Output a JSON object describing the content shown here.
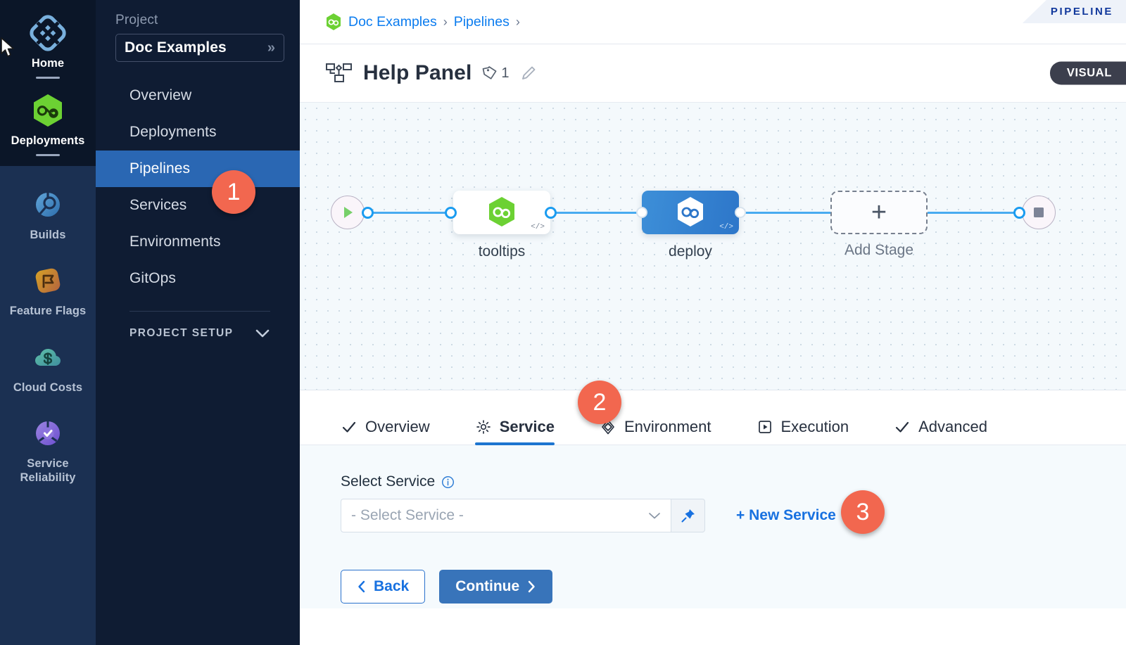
{
  "rail": {
    "top_items": [
      {
        "label": "Home",
        "icon": "home-grid-icon",
        "active": true
      },
      {
        "label": "Deployments",
        "icon": "deployments-hexagon-icon",
        "active": true
      }
    ],
    "bottom_items": [
      {
        "label": "Builds",
        "icon": "builds-icon"
      },
      {
        "label": "Feature Flags",
        "icon": "feature-flags-icon"
      },
      {
        "label": "Cloud Costs",
        "icon": "cloud-costs-icon"
      },
      {
        "label": "Service Reliability",
        "icon": "service-reliability-icon"
      }
    ]
  },
  "sidebar": {
    "project_label": "Project",
    "project_name": "Doc Examples",
    "expand_glyph": "»",
    "items": [
      {
        "label": "Overview",
        "active": false
      },
      {
        "label": "Deployments",
        "active": false
      },
      {
        "label": "Pipelines",
        "active": true
      },
      {
        "label": "Services",
        "active": false
      },
      {
        "label": "Environments",
        "active": false
      },
      {
        "label": "GitOps",
        "active": false
      }
    ],
    "setup_label": "PROJECT SETUP"
  },
  "header": {
    "corner_badge": "PIPELINE",
    "breadcrumb": [
      {
        "label": "Doc Examples",
        "icon": "deployments-hexagon-icon"
      },
      {
        "label": "Pipelines",
        "icon": null
      }
    ],
    "breadcrumb_separator": "›",
    "title": "Help Panel",
    "title_icon": "pipeline-nodes-icon",
    "tag_count": "1",
    "edit_icon": "pencil-icon",
    "mode_badge": "VISUAL"
  },
  "canvas": {
    "start_node": "start-play-node",
    "end_node": "end-stop-node",
    "stages": [
      {
        "label": "tooltips",
        "selected": false,
        "code_badge": "</>"
      },
      {
        "label": "deploy",
        "selected": true,
        "code_badge": "</>"
      }
    ],
    "add_stage_label": "Add Stage",
    "add_stage_glyph": "+"
  },
  "tabs": [
    {
      "label": "Overview",
      "icon": "check-icon",
      "active": false
    },
    {
      "label": "Service",
      "icon": "gear-icon",
      "active": true
    },
    {
      "label": "Environment",
      "icon": "layers-icon",
      "active": false
    },
    {
      "label": "Execution",
      "icon": "play-box-icon",
      "active": false
    },
    {
      "label": "Advanced",
      "icon": "check-icon",
      "active": false
    }
  ],
  "panel": {
    "field_label": "Select Service",
    "info_icon": "info-icon",
    "select_placeholder": "- Select Service -",
    "select_value": "- Select Service -",
    "caret_icon": "chevron-down-icon",
    "pin_icon": "pin-icon",
    "new_service_label": "+ New Service",
    "back_label": "Back",
    "back_icon": "chevron-left-icon",
    "continue_label": "Continue",
    "continue_icon": "chevron-right-icon"
  },
  "callouts": [
    {
      "number": "1"
    },
    {
      "number": "2"
    },
    {
      "number": "3"
    }
  ],
  "colors": {
    "accent_blue": "#1871e0",
    "active_nav": "#2a67b3",
    "callout_orange": "#f2674f",
    "green": "#5bc236",
    "selected_stage": "#2d76c9"
  }
}
